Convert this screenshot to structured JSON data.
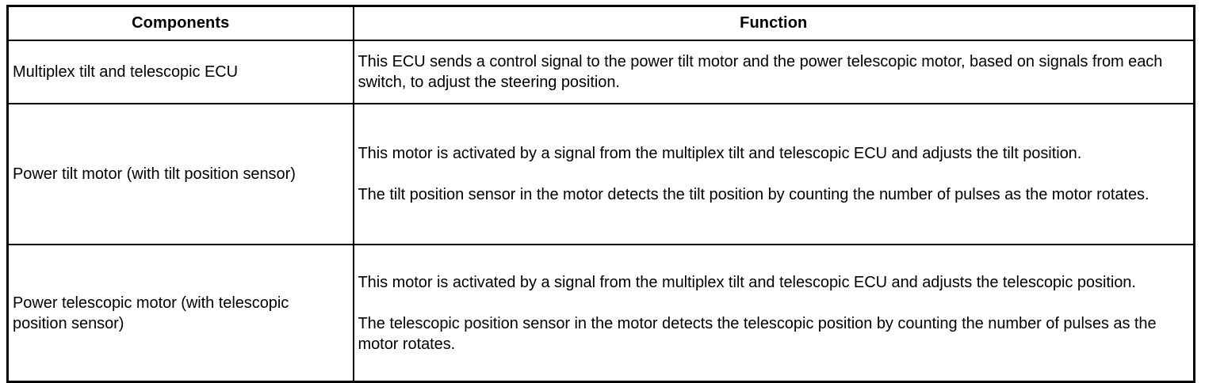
{
  "table": {
    "headers": [
      {
        "label": "Components"
      },
      {
        "label": "Function"
      }
    ],
    "rows": [
      {
        "component": "Multiplex tilt and telescopic ECU",
        "function_paragraphs": [
          "This ECU sends a control signal to the power tilt motor and the power telescopic motor, based on signals from each switch, to adjust the steering position."
        ]
      },
      {
        "component": "Power tilt motor (with tilt position sensor)",
        "function_paragraphs": [
          "This motor is activated by a signal from the multiplex tilt and telescopic ECU and adjusts the tilt position.",
          "The tilt position sensor in the motor detects the tilt position by counting the number of pulses as the motor rotates."
        ]
      },
      {
        "component": "Power telescopic motor (with telescopic position sensor)",
        "function_paragraphs": [
          "This motor is activated by a signal from the multiplex tilt and telescopic ECU and adjusts the telescopic position.",
          "The telescopic position sensor in the motor detects the telescopic position by counting the number of pulses as the motor rotates."
        ]
      }
    ]
  },
  "style": {
    "border_color": "#000000",
    "text_color": "#000000",
    "background_color": "#ffffff"
  }
}
